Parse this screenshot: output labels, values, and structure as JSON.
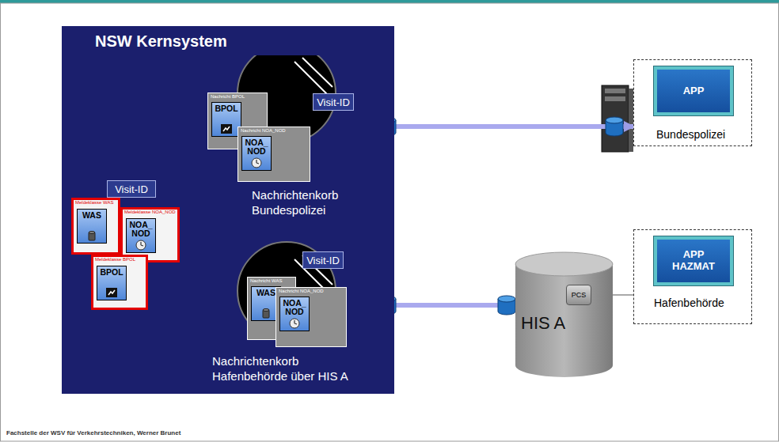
{
  "diagram": {
    "nodes": [
      {
        "text": [
          "NSW Kernsystem"
        ]
      },
      {
        "text": [
          "Visit-ID"
        ],
        "in": 0
      },
      {
        "text": [
          "Meldeklasse WAS",
          "WAS"
        ],
        "in": 0
      },
      {
        "text": [
          "Meldeklasse NOA_NOD",
          "NOA_ NOD"
        ],
        "in": 0
      },
      {
        "text": [
          "Meldeklasse BPOL",
          "BPOL"
        ],
        "in": 0
      },
      {
        "text": [
          "Nachrichtenkorb Bundespolizei"
        ],
        "in": 0
      },
      {
        "text": [
          "Nachricht BPOL",
          "BPOL"
        ],
        "in": 5
      },
      {
        "text": [
          "Visit-ID"
        ],
        "in": 5
      },
      {
        "text": [
          "Nachricht NOA_NOD",
          "NOA_ NOD"
        ],
        "in": 5
      },
      {
        "text": [
          "Nachrichtenkorb Hafenbehörde über HIS A"
        ],
        "in": 0
      },
      {
        "text": [
          "Visit-ID"
        ],
        "in": 9
      },
      {
        "text": [
          "Nachricht WAS",
          "WAS"
        ],
        "in": 9
      },
      {
        "text": [
          "Nachricht NOA_NOD",
          "NOA_ NOD"
        ],
        "in": 9
      },
      {
        "text": [
          "Bundespolizei"
        ]
      },
      {
        "text": [
          "APP"
        ],
        "in": 13
      },
      {
        "text": [
          "HIS A"
        ]
      },
      {
        "text": [
          "PCS"
        ],
        "in": 15
      },
      {
        "text": [
          "Hafenbehörde"
        ]
      },
      {
        "text": [
          "APP HAZMAT"
        ],
        "in": 17
      }
    ],
    "edges": [
      {
        "from": 5,
        "to": 13,
        "arrow": "both"
      },
      {
        "from": 9,
        "to": 15,
        "arrow": "both"
      },
      {
        "from": 16,
        "to": 17,
        "arrow": "none"
      }
    ],
    "labels": [
      "Fachstelle der WSV für Verkehrstechniken, Werner Brunet"
    ]
  }
}
